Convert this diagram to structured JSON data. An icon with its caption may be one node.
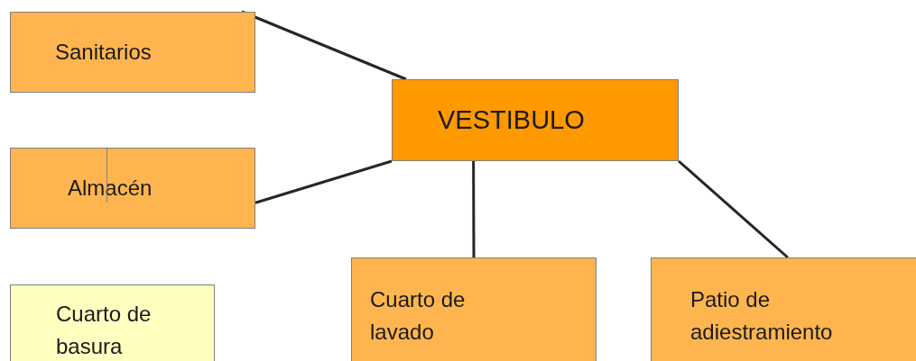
{
  "diagram": {
    "nodes": [
      {
        "text": [
          "Sanitarios"
        ]
      },
      {
        "text": [
          "VESTIBULO"
        ]
      },
      {
        "text": [
          "Almacén"
        ]
      },
      {
        "text": [
          "Cuarto de basura"
        ]
      },
      {
        "text": [
          "Cuarto de lavado"
        ]
      },
      {
        "text": [
          "Patio de adiestramiento"
        ]
      }
    ],
    "edges": [
      {
        "from": 0,
        "to": 1,
        "arrow": "none"
      },
      {
        "from": 2,
        "to": 1,
        "arrow": "none"
      },
      {
        "from": 1,
        "to": 4,
        "arrow": "none"
      },
      {
        "from": 1,
        "to": 5,
        "arrow": "none"
      }
    ]
  }
}
